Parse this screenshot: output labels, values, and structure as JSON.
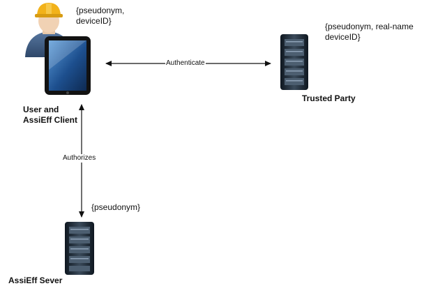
{
  "nodes": {
    "client": {
      "title_line1": "User and",
      "title_line2": "AssiEff Client",
      "attr_line1": "{pseudonym,",
      "attr_line2": "deviceID}"
    },
    "trusted_party": {
      "title": "Trusted Party",
      "attr_line1": "{pseudonym, real-name",
      "attr_line2": "deviceID}"
    },
    "server": {
      "title": "AssiEff Sever",
      "attr_line1": "{pseudonym}"
    }
  },
  "edges": {
    "authenticate": {
      "label": "Authenticate"
    },
    "authorizes": {
      "label": "Authorizes"
    }
  },
  "icons": {
    "user": "worker-with-hardhat-icon",
    "tablet": "tablet-icon",
    "server": "server-rack-icon"
  },
  "colors": {
    "hardhat": "#f2b21a",
    "shirt": "#3f5f86",
    "server_body": "#1e2a36",
    "tablet_screen": "#1f5fa8"
  }
}
